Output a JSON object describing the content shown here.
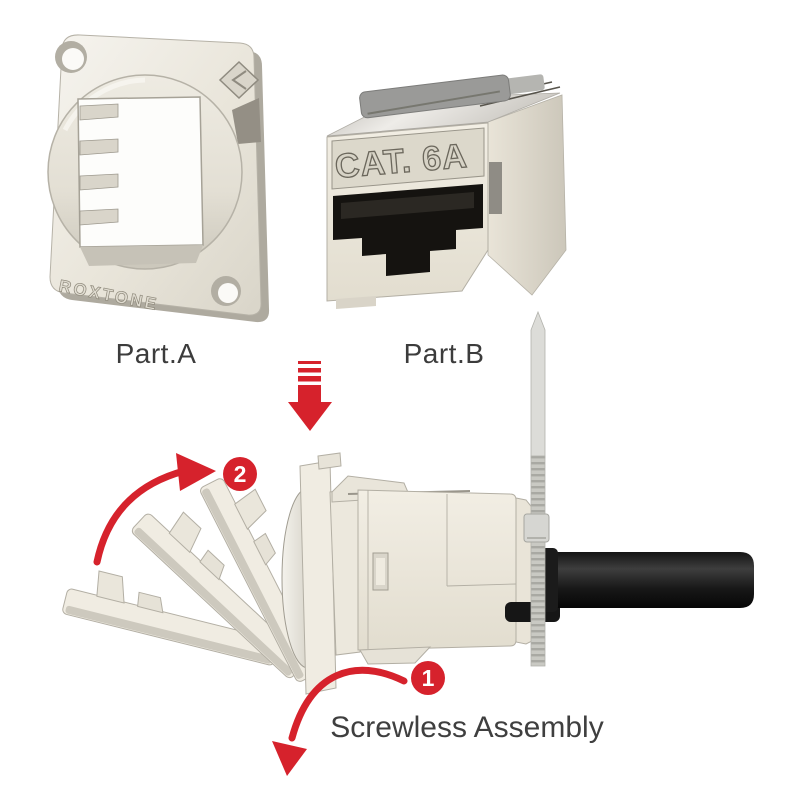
{
  "illustration": {
    "part_a": {
      "label": "Part.A",
      "brand_marking": "ROXTONE"
    },
    "part_b": {
      "label": "Part.B",
      "category_marking": "CAT. 6A"
    },
    "assembly": {
      "caption": "Screwless Assembly",
      "step_1": "1",
      "step_2": "2"
    },
    "colors": {
      "accent_red": "#d6222c",
      "label_text": "#3f3f3f",
      "body_ivory": "#efebe1",
      "metal_gray": "#cfccc2",
      "cable_black": "#141414"
    }
  }
}
